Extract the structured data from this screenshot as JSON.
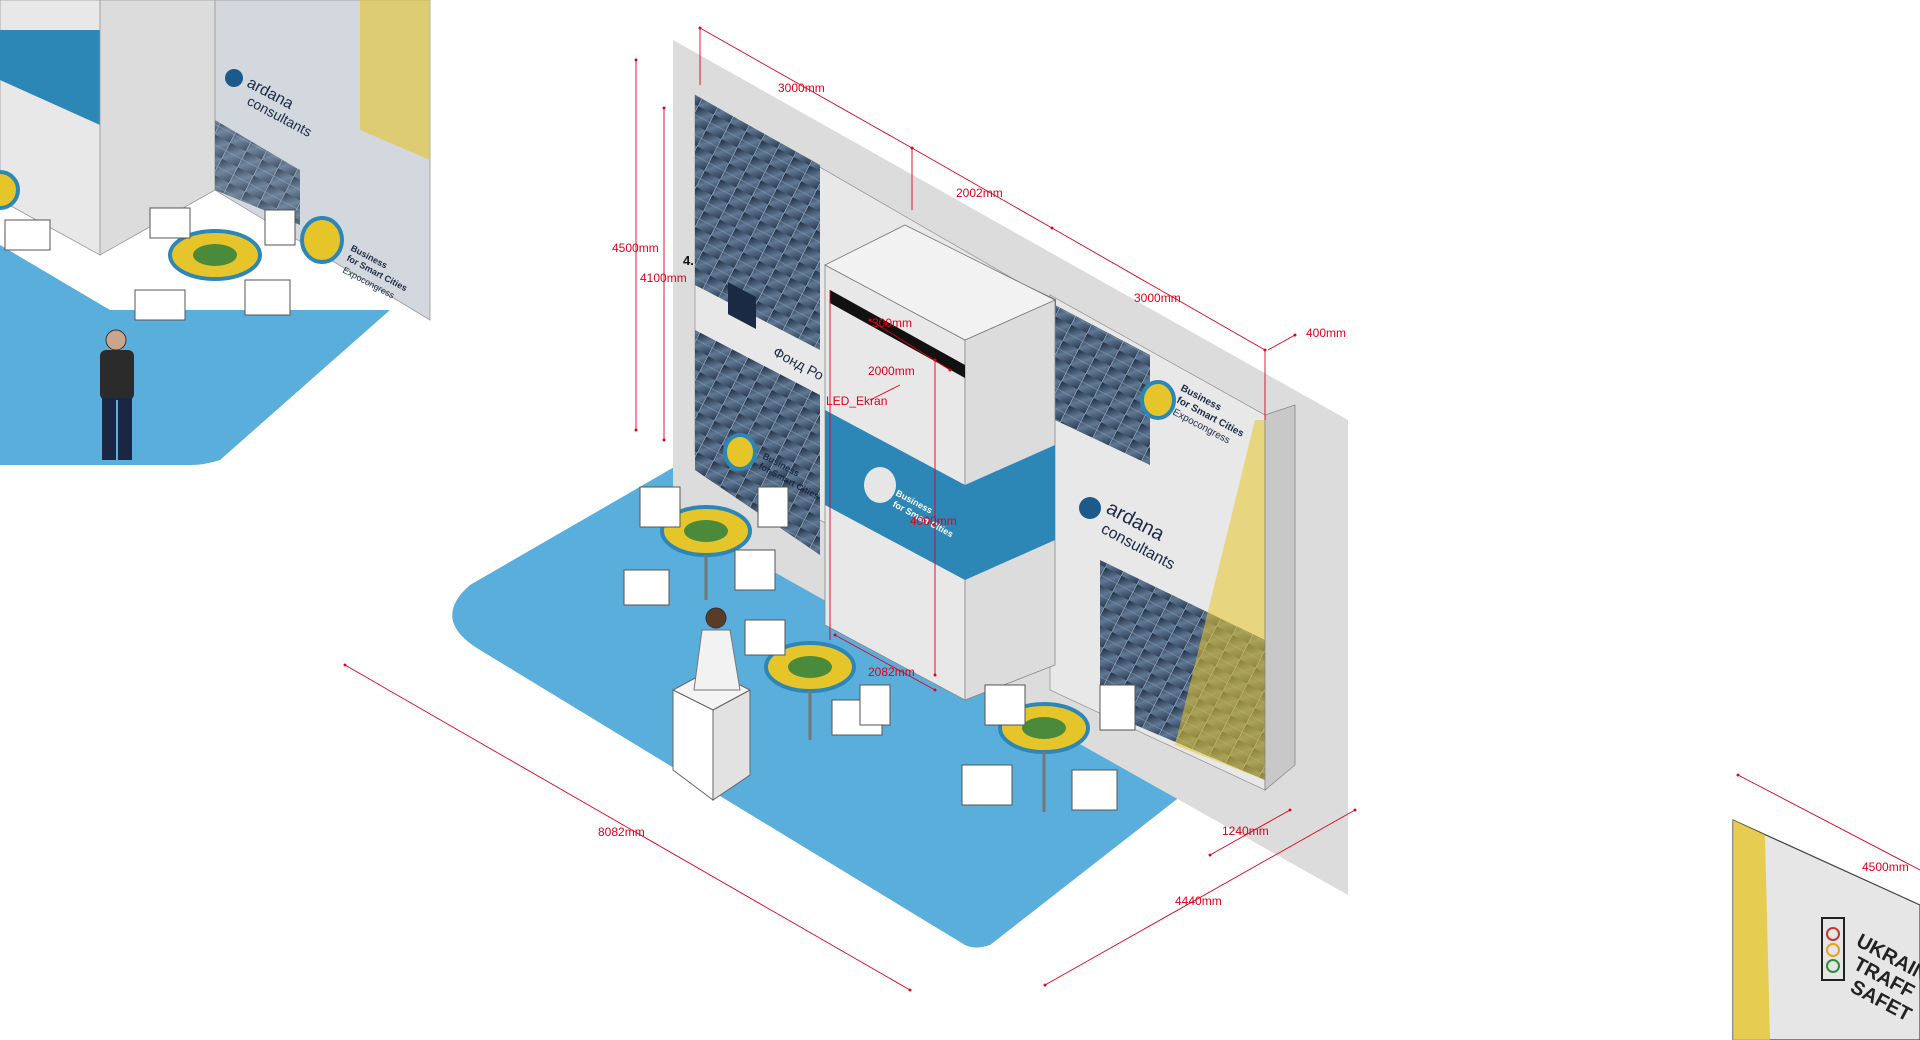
{
  "colors": {
    "floor": "#5aaedc",
    "wall": "#e6e6e6",
    "banner_blue": "#2c86b6",
    "dimension_red": "#e0001a",
    "accent_yellow": "#e6c52a",
    "table_green": "#4a8a3a",
    "glass_dark": "#2b3b50"
  },
  "dimensions": {
    "d_3000_top": "3000mm",
    "d_2002": "2002mm",
    "d_3000_right": "3000mm",
    "d_400": "400mm",
    "d_4500": "4500mm",
    "d_4100": "4100mm",
    "d_300": "300mm",
    "d_2000": "2000mm",
    "d_4000": "4000mm",
    "d_2082": "2082mm",
    "d_8082": "8082mm",
    "d_4440": "4440mm",
    "d_1240": "1240mm",
    "d_4500_right": "4500mm"
  },
  "labels": {
    "led_screen": "LED_Ekran",
    "marker_4": "4."
  },
  "branding": {
    "ardana_line1": "ardana",
    "ardana_line2": "consultants",
    "bsc_line1": "Business",
    "bsc_line2": "for Smart Cities",
    "bsc_line3": "Expocongress",
    "fond": "Фонд Ро",
    "ukraine_line1": "UKRAIN",
    "ukraine_line2": "TRAFF",
    "ukraine_line3": "SAFET"
  }
}
